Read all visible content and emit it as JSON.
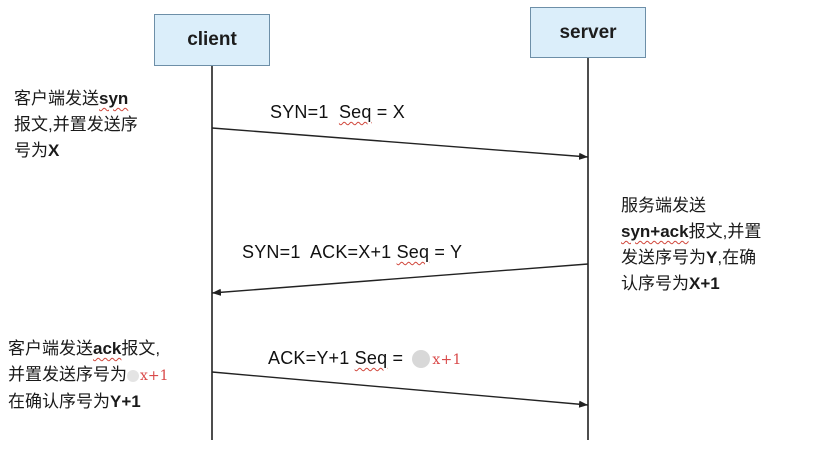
{
  "actors": {
    "client": "client",
    "server": "server"
  },
  "messages": [
    {
      "label_pre": "SYN=1  ",
      "label_seq": "Seq",
      "label_post": " = X"
    },
    {
      "label_pre": "SYN=1  ACK=X+1 ",
      "label_seq": "Seq",
      "label_post": " = Y"
    },
    {
      "label_pre": "ACK=Y+1 ",
      "label_seq": "Seq",
      "label_post": " = ",
      "handwritten": "x+1"
    }
  ],
  "notes": {
    "client_1": {
      "line1_pre": "客户端发送",
      "line1_bold": "syn",
      "line2": "报文,并置发送序",
      "line3_pre": "号为",
      "line3_bold": "X"
    },
    "server": {
      "line1": "服务端发送",
      "line2_bold": "syn+ack",
      "line2_post": "报文,并置",
      "line3_pre": "发送序号为",
      "line3_bold": "Y",
      "line3_post": ",在确",
      "line4_pre": "认序号为",
      "line4_bold": "X+1"
    },
    "client_2": {
      "line1_pre": "客户端发送",
      "line1_bold": "ack",
      "line1_post": "报文,",
      "line2_pre": "并置发送序号为",
      "line2_hand": "x+1",
      "line3_pre": "在确认序号为",
      "line3_bold": "Y+1"
    }
  },
  "colors": {
    "actor_fill": "#dbeefa",
    "actor_border": "#6d8fa8",
    "lifeline": "#222222",
    "arrow": "#222222",
    "handwriting": "#d94a4a"
  }
}
